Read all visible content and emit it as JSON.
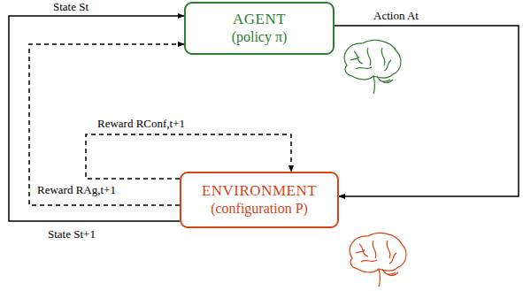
{
  "diagram": {
    "nodes": [
      {
        "text": [
          "AGENT",
          "(policy π)"
        ]
      },
      {
        "text": [
          "ENVIRONMENT",
          "(configuration P)"
        ]
      }
    ],
    "edges": [
      {
        "from": 0,
        "to": 1,
        "arrow": "to",
        "label": "Action At"
      },
      {
        "from": 1,
        "to": 0,
        "arrow": "to",
        "label": "State St"
      },
      {
        "from": 1,
        "to": 0,
        "arrow": "to",
        "label": "Reward RAg,t+1"
      },
      {
        "from": 1,
        "to": 1,
        "arrow": "to",
        "label": "Reward RConf,t+1"
      }
    ],
    "labels": [
      "State St+1"
    ]
  }
}
